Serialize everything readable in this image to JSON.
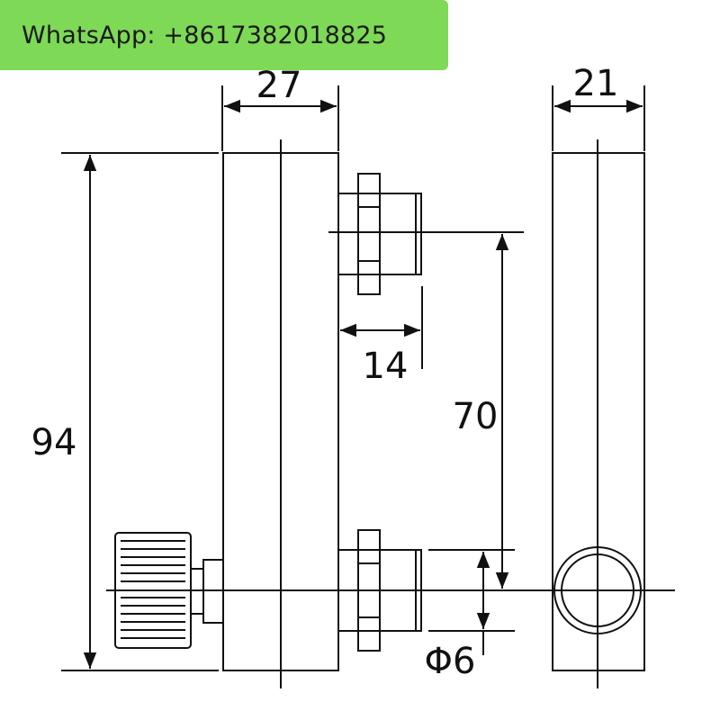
{
  "banner": {
    "text": "WhatsApp: +8617382018825",
    "color": "#7ed957"
  },
  "dimensions": {
    "top_width": "27",
    "side_width": "21",
    "total_height": "94",
    "fitting_length": "14",
    "port_spacing": "70",
    "port_diameter": "Φ6"
  }
}
